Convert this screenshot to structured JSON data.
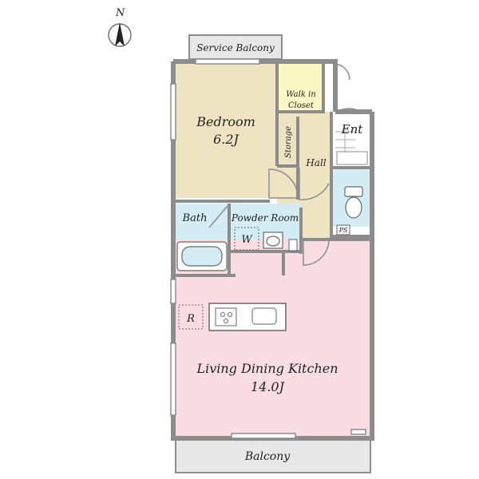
{
  "compass": {
    "label": "N",
    "icon": "north-arrow-icon"
  },
  "rooms": {
    "service_balcony": {
      "label": "Service Balcony"
    },
    "bedroom": {
      "label": "Bedroom",
      "area": "6.2J"
    },
    "walk_in_closet": {
      "line1": "Walk in",
      "line2": "Closet"
    },
    "storage": {
      "label": "Storage"
    },
    "entrance": {
      "label": "Ent"
    },
    "hall": {
      "label": "Hall"
    },
    "bath": {
      "label": "Bath"
    },
    "powder_room": {
      "label": "Powder Room"
    },
    "washer": {
      "label": "W"
    },
    "pipe_space": {
      "label": "PS"
    },
    "refrigerator": {
      "label": "R"
    },
    "ldk": {
      "label": "Living Dining Kitchen",
      "area": "14.0J"
    },
    "balcony": {
      "label": "Balcony"
    }
  },
  "colors": {
    "wall": "#8c8c8c",
    "ldk": "#f9dde3",
    "bedroom": "#efe4c2",
    "closet": "#fbf8c6",
    "wet": "#d4edf4",
    "balcony": "#e8e8e8",
    "entrance": "#ffffff"
  }
}
